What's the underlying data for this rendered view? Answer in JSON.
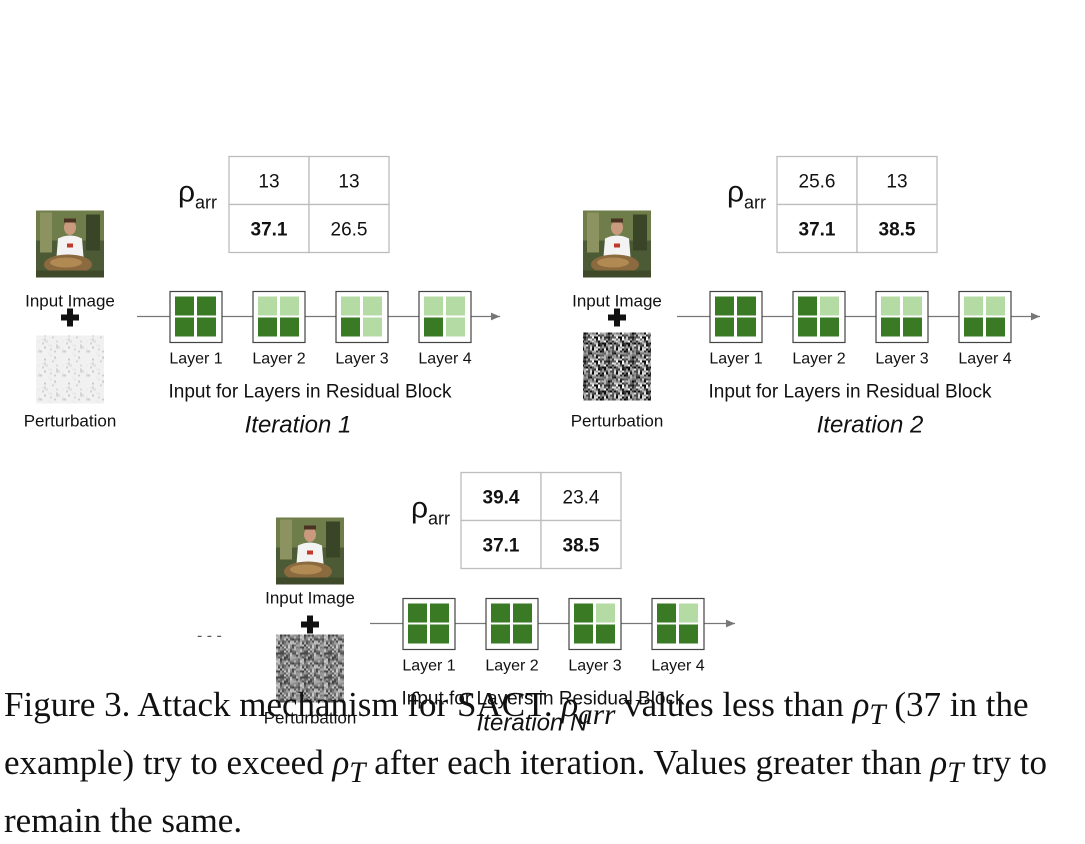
{
  "panels": [
    {
      "table_values": [
        [
          "13",
          "13"
        ],
        [
          "37.1",
          "26.5"
        ]
      ],
      "table_bold": [
        [
          false,
          false
        ],
        [
          true,
          false
        ]
      ],
      "rho_symbol": "ρ",
      "rho_subscript": "arr",
      "input_label": "Input Image",
      "perturbation_label": "Perturbation",
      "perturbation_level": "faint",
      "layers": [
        {
          "label": "Layer 1",
          "blocks": [
            "dark",
            "dark",
            "dark",
            "dark"
          ]
        },
        {
          "label": "Layer 2",
          "blocks": [
            "light",
            "light",
            "dark",
            "dark"
          ]
        },
        {
          "label": "Layer 3",
          "blocks": [
            "light",
            "light",
            "dark",
            "light"
          ]
        },
        {
          "label": "Layer 4",
          "blocks": [
            "light",
            "light",
            "dark",
            "light"
          ]
        }
      ],
      "block_caption": "Input for Layers in Residual Block",
      "iteration_label": "Iteration 1"
    },
    {
      "table_values": [
        [
          "25.6",
          "13"
        ],
        [
          "37.1",
          "38.5"
        ]
      ],
      "table_bold": [
        [
          false,
          false
        ],
        [
          true,
          true
        ]
      ],
      "rho_symbol": "ρ",
      "rho_subscript": "arr",
      "input_label": "Input Image",
      "perturbation_label": "Perturbation",
      "perturbation_level": "strong",
      "layers": [
        {
          "label": "Layer 1",
          "blocks": [
            "dark",
            "dark",
            "dark",
            "dark"
          ]
        },
        {
          "label": "Layer 2",
          "blocks": [
            "dark",
            "light",
            "dark",
            "dark"
          ]
        },
        {
          "label": "Layer 3",
          "blocks": [
            "light",
            "light",
            "dark",
            "dark"
          ]
        },
        {
          "label": "Layer 4",
          "blocks": [
            "light",
            "light",
            "dark",
            "dark"
          ]
        }
      ],
      "block_caption": "Input for Layers in Residual Block",
      "iteration_label": "Iteration 2"
    },
    {
      "table_values": [
        [
          "39.4",
          "23.4"
        ],
        [
          "37.1",
          "38.5"
        ]
      ],
      "table_bold": [
        [
          true,
          false
        ],
        [
          true,
          true
        ]
      ],
      "rho_symbol": "ρ",
      "rho_subscript": "arr",
      "input_label": "Input Image",
      "perturbation_label": "Perturbation",
      "perturbation_level": "medium",
      "layers": [
        {
          "label": "Layer 1",
          "blocks": [
            "dark",
            "dark",
            "dark",
            "dark"
          ]
        },
        {
          "label": "Layer 2",
          "blocks": [
            "dark",
            "dark",
            "dark",
            "dark"
          ]
        },
        {
          "label": "Layer 3",
          "blocks": [
            "dark",
            "light",
            "dark",
            "dark"
          ]
        },
        {
          "label": "Layer 4",
          "blocks": [
            "dark",
            "light",
            "dark",
            "dark"
          ]
        }
      ],
      "block_caption": "Input for Layers in Residual Block",
      "iteration_label": "Iteration N"
    }
  ],
  "ellipsis": "- - -",
  "colors": {
    "dark_block": "#3a7a25",
    "light_block": "#b5dba4",
    "arrow": "#777777",
    "table_border": "#bdbdbd"
  },
  "caption": {
    "label": "Figure 3.",
    "part1": " Attack mechanism for SACT. ",
    "rho_arr": "ρ",
    "rho_arr_sub": "arr",
    "part2": " values less than ",
    "rho_t": "ρ",
    "rho_t_sub": "T",
    "part3": " (37 in the example) try to exceed ",
    "rho_t2": "ρ",
    "rho_t2_sub": "T",
    "part4": " after each iteration. Values greater than ",
    "rho_t3": "ρ",
    "rho_t3_sub": "T",
    "part5": " try to remain the same."
  }
}
